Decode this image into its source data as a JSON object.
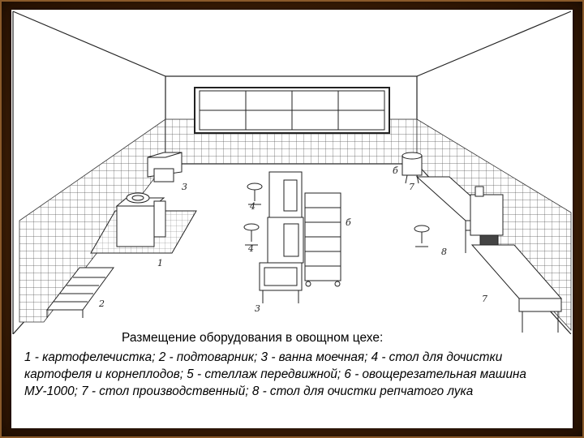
{
  "caption": {
    "title": "Размещение оборудования в овощном цехе:",
    "text": "1 - картофелечистка; 2 - подтоварник; 3 - ванна моечная; 4 - стол для дочистки картофеля и корнеплодов; 5 - стеллаж передвижной; 6 - овощерезательная машина МУ-1000; 7 - стол производственный; 8 - стол для очистки репчатого лука"
  },
  "labels": {
    "n1": "1",
    "n2": "2",
    "n3a": "3",
    "n3b": "3",
    "n4a": "4",
    "n4b": "4",
    "n5": "б",
    "n6": "б",
    "n7a": "7",
    "n7b": "7",
    "n8": "8"
  }
}
